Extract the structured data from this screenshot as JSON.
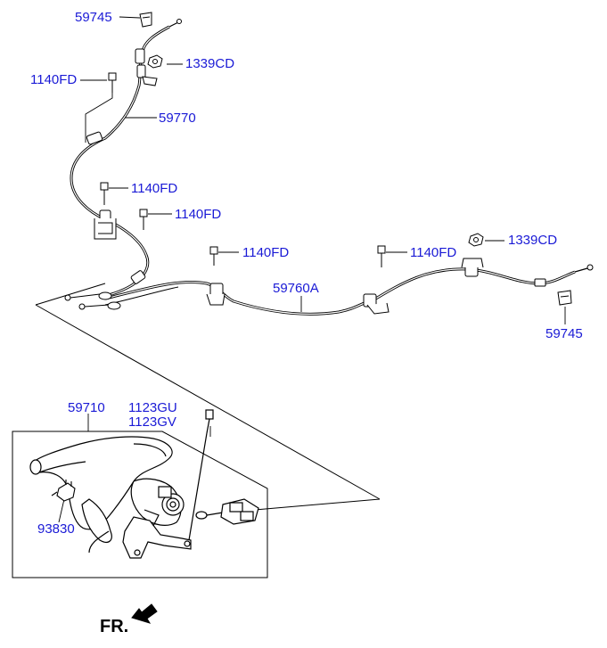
{
  "labels": {
    "clip_top": "59745",
    "nut_top": "1339CD",
    "bolt_top_left": "1140FD",
    "front_cable": "59770",
    "bolt_mid_1": "1140FD",
    "bolt_mid_2": "1140FD",
    "bolt_rear_1": "1140FD",
    "bolt_rear_2": "1140FD",
    "nut_right": "1339CD",
    "rear_cable": "59760A",
    "clip_right": "59745",
    "lever_assy": "59710",
    "lever_bolt_a": "1123GU",
    "lever_bolt_b": "1123GV",
    "switch": "93830"
  },
  "direction": {
    "text": "FR.",
    "arrow_icon": "forward-arrow-icon"
  },
  "colors": {
    "label": "#1a1ad6",
    "line": "#000000"
  }
}
